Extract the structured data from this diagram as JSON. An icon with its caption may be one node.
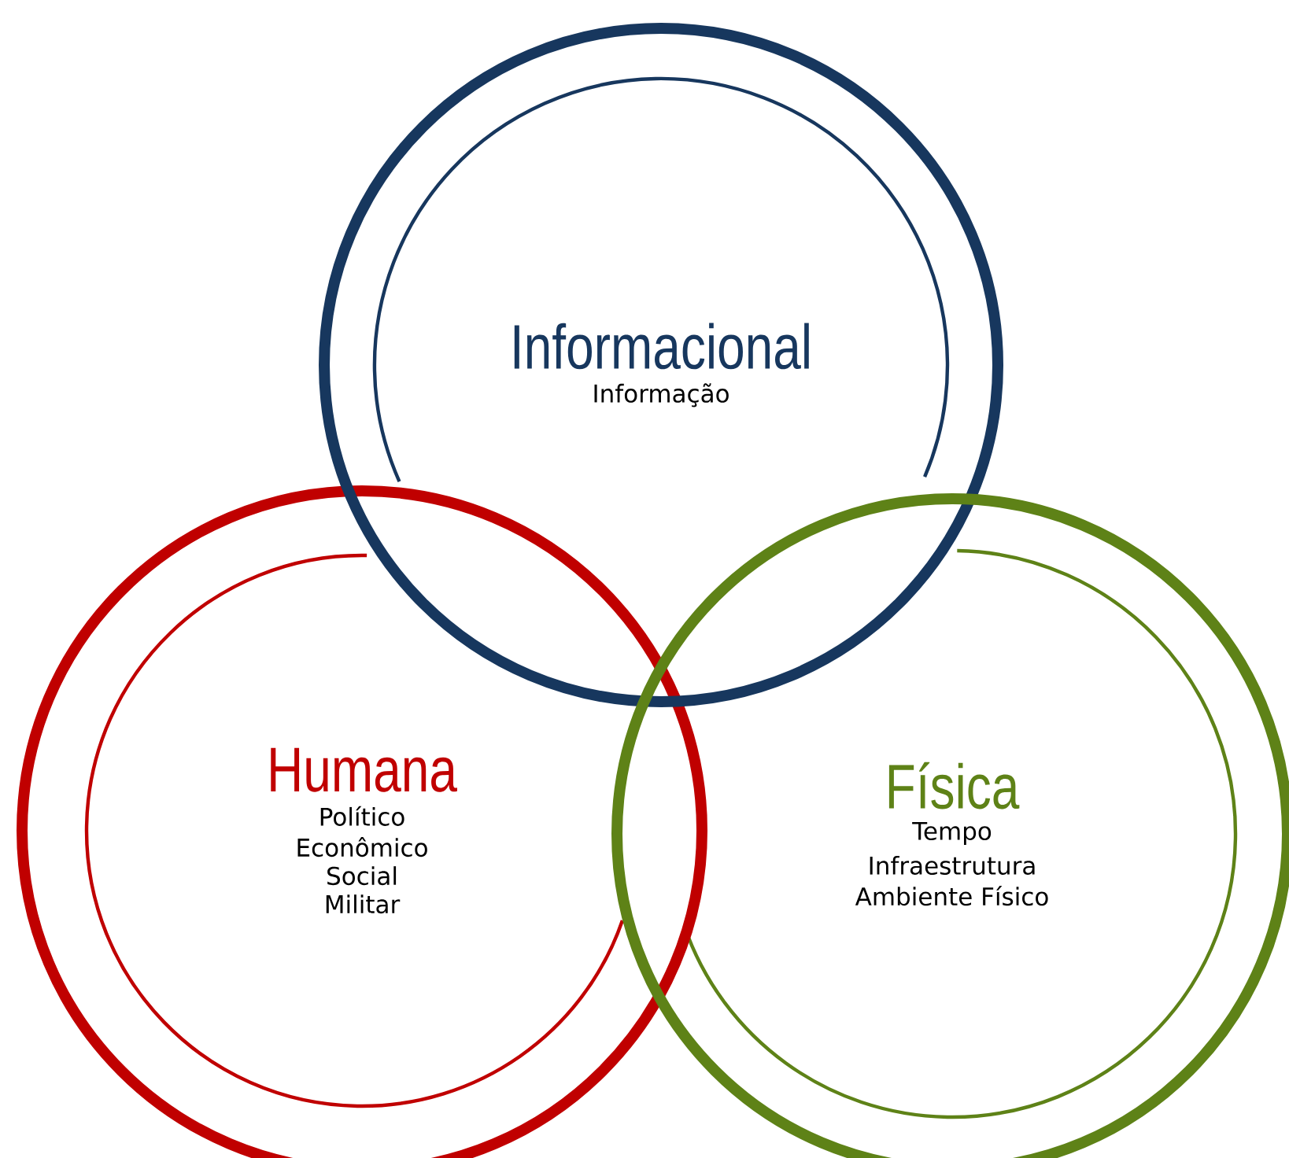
{
  "diagram": {
    "nodes": [
      {
        "text": [
          "Humana",
          "Político",
          "Econômico",
          "Social",
          "Militar"
        ]
      },
      {
        "text": [
          "Informacional",
          "Informação"
        ]
      },
      {
        "text": [
          "Física",
          "Tempo",
          "Infraestrutura",
          "Ambiente Físico"
        ]
      }
    ]
  }
}
